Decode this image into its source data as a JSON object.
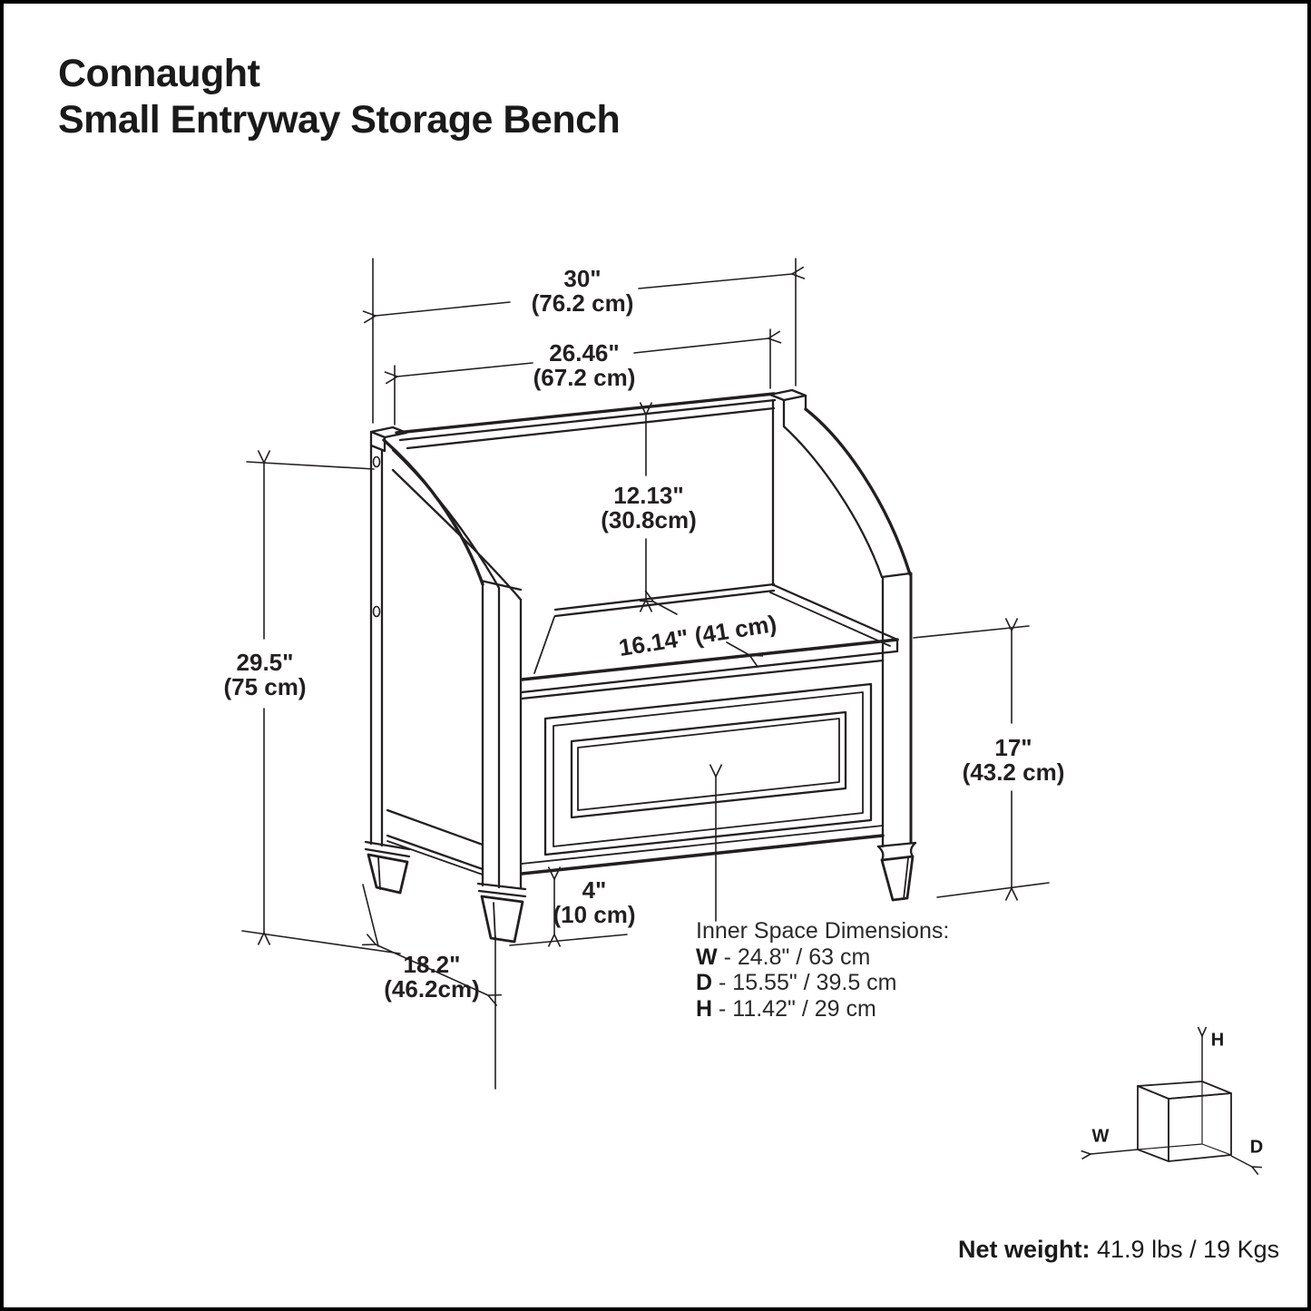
{
  "page": {
    "title_line1": "Connaught",
    "title_line2": "Small Entryway Storage Bench"
  },
  "dims": {
    "overall_width": {
      "in": "30\"",
      "cm": "(76.2 cm)"
    },
    "back_width": {
      "in": "26.46\"",
      "cm": "(67.2 cm)"
    },
    "back_height": {
      "in": "12.13\"",
      "cm": "(30.8cm)"
    },
    "seat_depth": {
      "label": "16.14\" (41 cm)"
    },
    "overall_height": {
      "in": "29.5\"",
      "cm": "(75 cm)"
    },
    "seat_height": {
      "in": "17\"",
      "cm": "(43.2 cm)"
    },
    "leg_height": {
      "in": "4\"",
      "cm": "(10 cm)"
    },
    "overall_depth": {
      "in": "18.2\"",
      "cm": "(46.2cm)"
    }
  },
  "inner_space": {
    "title": "Inner Space Dimensions:",
    "rows": [
      {
        "key": "W",
        "text": "- 24.8\" / 63 cm"
      },
      {
        "key": "D",
        "text": "- 15.55\" / 39.5 cm"
      },
      {
        "key": "H",
        "text": "- 11.42\" / 29 cm"
      }
    ]
  },
  "axis_cube": {
    "w": "W",
    "h": "H",
    "d": "D"
  },
  "net_weight": {
    "label": "Net weight:",
    "value": "41.9 lbs / 19 Kgs"
  },
  "colors": {
    "line": "#231f20",
    "text": "#231f20",
    "background": "#ffffff"
  }
}
